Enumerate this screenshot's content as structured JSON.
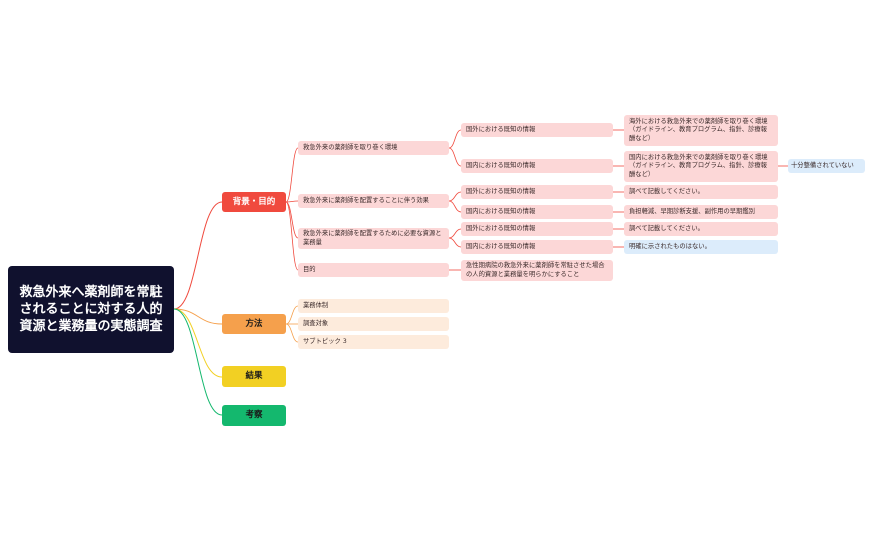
{
  "root": {
    "title": "救急外来へ薬剤師を常駐されることに対する人的資源と業務量の実態調査"
  },
  "branches": {
    "background": {
      "label": "背景・目的",
      "color": "#f04a3e",
      "topics": {
        "t1": {
          "label": "救急外来の薬剤師を取り巻く環境",
          "overseas": {
            "label": "国外における既知の情報",
            "detail": "海外における救急外来での薬剤師を取り巻く環境（ガイドライン、教育プログラム、指針、診療報酬など）"
          },
          "domestic": {
            "label": "国内における既知の情報",
            "detail": "国内における救急外来での薬剤師を取り巻く環境（ガイドライン、教育プログラム、指針、診療報酬など）",
            "note": "十分整備されていない"
          }
        },
        "t2": {
          "label": "救急外来に薬剤師を配置することに伴う効果",
          "overseas": {
            "label": "国外における既知の情報",
            "detail": "調べて記載してください。"
          },
          "domestic": {
            "label": "国内における既知の情報",
            "detail": "負担軽減、早期診断支援、副作用の早期鑑別"
          }
        },
        "t3": {
          "label": "救急外来に薬剤師を配置するために必要な資源と業務量",
          "overseas": {
            "label": "国外における既知の情報",
            "detail": "調べて記載してください。"
          },
          "domestic": {
            "label": "国内における既知の情報",
            "detail": "明確に示されたものはない。"
          }
        },
        "t4": {
          "label": "目的",
          "detail": "急性期病院の救急外来に薬剤師を常駐させた場合の人的資源と業務量を明らかにすること"
        }
      }
    },
    "method": {
      "label": "方法",
      "color": "#f5a04c",
      "items": [
        "業務体制",
        "調査対象",
        "サブトピック 3"
      ]
    },
    "results": {
      "label": "結果",
      "color": "#f2d023"
    },
    "discussion": {
      "label": "考察",
      "color": "#14b86e"
    }
  }
}
